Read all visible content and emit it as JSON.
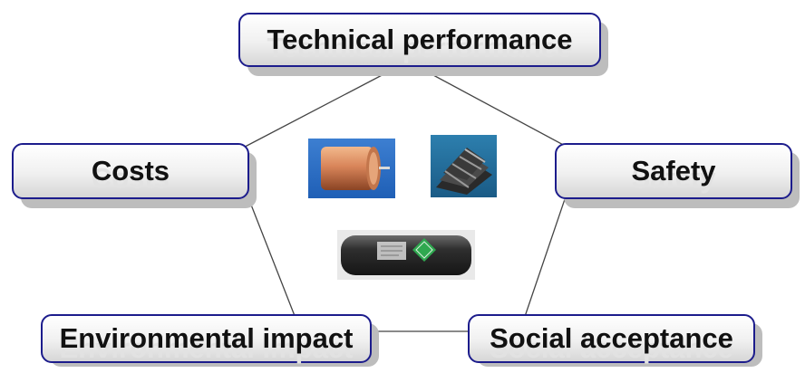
{
  "nodes": {
    "technical_performance": "Technical performance",
    "costs": "Costs",
    "safety": "Safety",
    "environmental_impact": "Environmental impact",
    "social_acceptance": "Social acceptance"
  },
  "photos": {
    "copper_cylinder": "copper-cylinder-image",
    "metal_stack": "metal-stack-image",
    "gas_cylinder": "gas-cylinder-image"
  },
  "colors": {
    "box_border": "#1c1c8c",
    "connector": "#444444",
    "shadow": "#bdbdbd"
  }
}
